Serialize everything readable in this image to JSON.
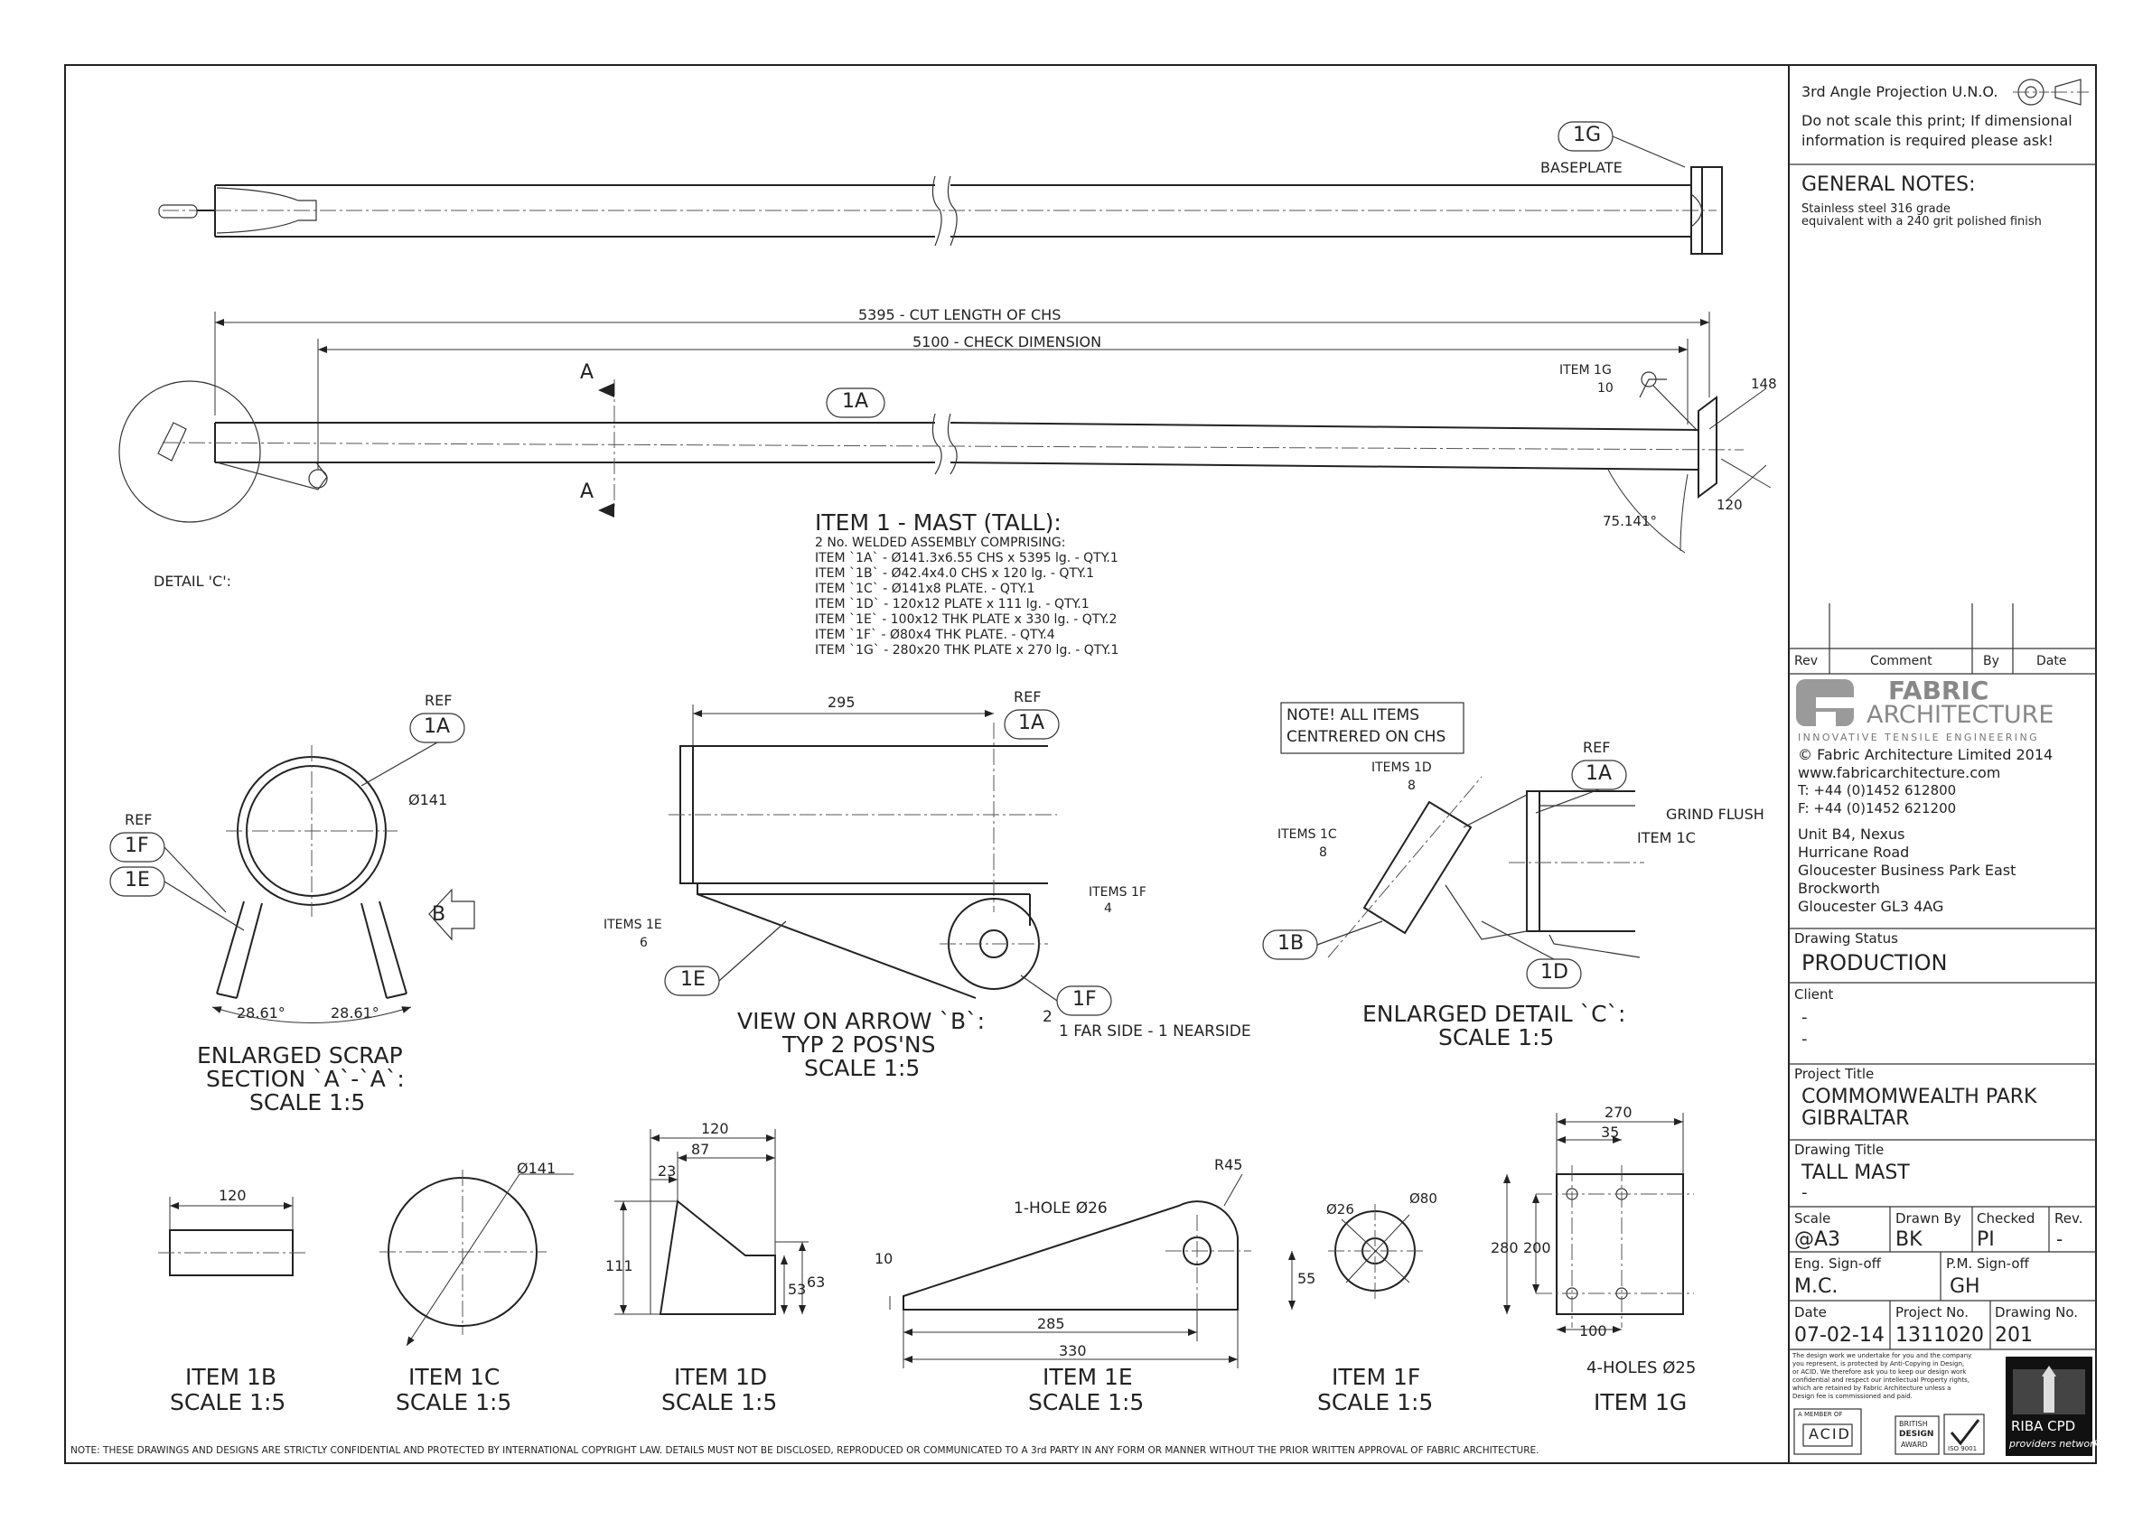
{
  "projection_note": "3rd Angle Projection U.N.O.",
  "scale_note": [
    "Do not scale this print; If dimensional",
    "information is required please ask!"
  ],
  "general_notes": {
    "heading": "GENERAL NOTES:",
    "lines": [
      "Stainless steel 316 grade",
      "equivalent with a 240 grit polished finish"
    ]
  },
  "revision_table": {
    "headers": [
      "Rev",
      "Comment",
      "By",
      "Date"
    ]
  },
  "company": {
    "logo_word1": "FABRIC",
    "logo_word2": "ARCHITECTURE",
    "tagline": "INNOVATIVE TENSILE ENGINEERING",
    "copyright": "© Fabric Architecture Limited 2014",
    "website": "www.fabricarchitecture.com",
    "phone": "T: +44 (0)1452 612800",
    "fax": "F: +44 (0)1452 621200",
    "address": [
      "Unit B4, Nexus",
      "Hurricane Road",
      "Gloucester Business Park East",
      "Brockworth",
      "Gloucester GL3 4AG"
    ]
  },
  "title_block": {
    "status_label": "Drawing Status",
    "status": "PRODUCTION",
    "client_label": "Client",
    "client": [
      "-",
      "-"
    ],
    "project_title_label": "Project Title",
    "project_title": [
      "COMMOMWEALTH PARK",
      "GIBRALTAR"
    ],
    "drawing_title_label": "Drawing Title",
    "drawing_title": [
      "TALL MAST",
      "-"
    ],
    "scale_label": "Scale",
    "scale": "@A3",
    "drawn_by_label": "Drawn By",
    "drawn_by": "BK",
    "checked_label": "Checked",
    "checked": "PI",
    "rev_label": "Rev.",
    "rev": "-",
    "eng_signoff_label": "Eng. Sign-off",
    "eng_signoff": "M.C.",
    "pm_signoff_label": "P.M. Sign-off",
    "pm_signoff": "GH",
    "date_label": "Date",
    "date": "07-02-14",
    "project_no_label": "Project No.",
    "project_no": "1311020",
    "drawing_no_label": "Drawing No.",
    "drawing_no": "201",
    "legal_text": [
      "The design work we undertake for you and the company",
      "you represent, is protected by Anti-Copying in Design,",
      "or ACID. We therefore ask you to keep our design work",
      "confidential and respect our intellectual Property rights,",
      "which are retained by Fabric Architecture unless a",
      "Design fee is commissioned and paid."
    ],
    "badges": {
      "acid_top": "A MEMBER OF",
      "acid": "ACID",
      "bsd": [
        "BRITISH",
        "DESIGN",
        "AWARD"
      ],
      "iso": "ISO 9001",
      "riba": "RIBA CPD",
      "riba_sub": "providers network"
    }
  },
  "views": {
    "top_view": {
      "balloon": "1G",
      "label": "BASEPLATE"
    },
    "elevation": {
      "dim_cut": "5395 - CUT LENGTH OF CHS",
      "dim_check": "5100 - CHECK DIMENSION",
      "section_mark": "A",
      "balloon": "1A",
      "weld_item": "ITEM 1G",
      "weld_size": "10",
      "dim_148": "148",
      "dim_120": "120",
      "angle": "75.141°",
      "detail_label": "DETAIL 'C':"
    },
    "item_list": {
      "title": "ITEM 1 - MAST (TALL):",
      "lines": [
        "2 No. WELDED ASSEMBLY COMPRISING:",
        "ITEM `1A` - Ø141.3x6.55 CHS x 5395 lg. - QTY.1",
        "ITEM `1B` - Ø42.4x4.0 CHS x 120 lg. - QTY.1",
        "ITEM `1C` - Ø141x8 PLATE. - QTY.1",
        "ITEM `1D` - 120x12 PLATE x 111 lg. - QTY.1",
        "ITEM `1E` - 100x12 THK PLATE x 330 lg. - QTY.2",
        "ITEM `1F` - Ø80x4 THK PLATE. - QTY.4",
        "ITEM `1G` - 280x20 THK PLATE x 270 lg. - QTY.1"
      ]
    },
    "section_aa": {
      "ref1": "REF",
      "balloon_1a": "1A",
      "ref2": "REF",
      "balloon_1f": "1F",
      "balloon_1e": "1E",
      "dia": "Ø141",
      "arrow": "B",
      "ang1": "28.61°",
      "ang2": "28.61°",
      "caption": [
        "ENLARGED SCRAP",
        "SECTION `A`-`A`:",
        "SCALE 1:5"
      ]
    },
    "view_b": {
      "dim": "295",
      "ref": "REF",
      "balloon_1a": "1A",
      "items_1f": "ITEMS 1F",
      "weld_1f": "4",
      "items_1e": "ITEMS 1E",
      "weld_1e": "6",
      "balloon_1e": "1E",
      "balloon_1f": "1F",
      "qty": "2",
      "note": "1 FAR SIDE - 1 NEARSIDE",
      "caption": [
        "VIEW ON ARROW `B`:",
        "TYP 2 POS'NS",
        "SCALE 1:5"
      ]
    },
    "detail_c": {
      "note": [
        "NOTE!  ALL ITEMS",
        "CENTRERED ON CHS"
      ],
      "items_1d": "ITEMS 1D",
      "weld_1d": "8",
      "items_1c": "ITEMS 1C",
      "weld_1c": "8",
      "ref": "REF",
      "balloon_1a": "1A",
      "grind": "GRIND FLUSH",
      "item_1c": "ITEM 1C",
      "balloon_1b": "1B",
      "balloon_1d": "1D",
      "caption": [
        "ENLARGED DETAIL `C`:",
        "SCALE 1:5"
      ]
    },
    "item_1b": {
      "dim": "120",
      "caption": [
        "ITEM 1B",
        "SCALE 1:5"
      ]
    },
    "item_1c": {
      "dim": "Ø141",
      "caption": [
        "ITEM 1C",
        "SCALE 1:5"
      ]
    },
    "item_1d": {
      "d120": "120",
      "d87": "87",
      "d23": "23",
      "d111": "111",
      "d53": "53",
      "d63": "63",
      "caption": [
        "ITEM 1D",
        "SCALE 1:5"
      ]
    },
    "item_1e": {
      "hole": "1-HOLE Ø26",
      "r45": "R45",
      "d10": "10",
      "d55": "55",
      "d285": "285",
      "d330": "330",
      "caption": [
        "ITEM 1E",
        "SCALE 1:5"
      ]
    },
    "item_1f": {
      "d26": "Ø26",
      "d80": "Ø80",
      "caption": [
        "ITEM 1F",
        "SCALE 1:5"
      ]
    },
    "item_1g": {
      "d270": "270",
      "d35": "35",
      "d280": "280",
      "d200": "200",
      "d100": "100",
      "holes": "4-HOLES Ø25",
      "caption": "ITEM 1G"
    }
  },
  "footer_note": "NOTE: THESE DRAWINGS AND DESIGNS ARE STRICTLY CONFIDENTIAL AND PROTECTED BY INTERNATIONAL COPYRIGHT LAW. DETAILS MUST NOT BE DISCLOSED, REPRODUCED OR COMMUNICATED TO A 3rd PARTY IN ANY FORM OR MANNER WITHOUT THE PRIOR WRITTEN APPROVAL OF FABRIC ARCHITECTURE."
}
